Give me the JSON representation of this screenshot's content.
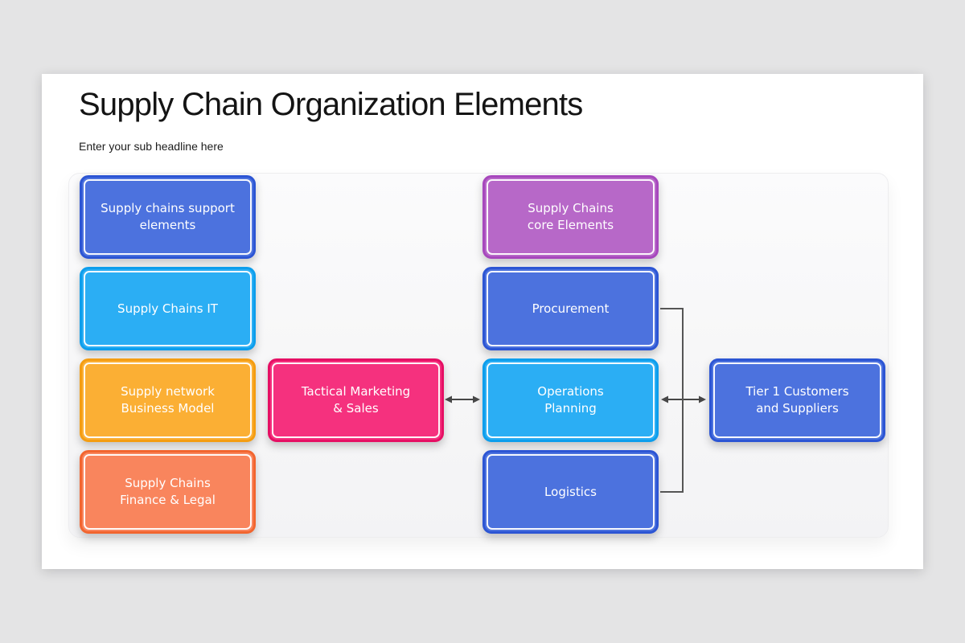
{
  "page": {
    "background": "#e4e4e5"
  },
  "slide": {
    "title": "Supply Chain Organization Elements",
    "subtitle": "Enter your sub headline here"
  },
  "palette": {
    "blue": {
      "fill": "#4C72DE",
      "border": "#2C55D4"
    },
    "cyan": {
      "fill": "#2BAEF4",
      "border": "#0D9EEC"
    },
    "amber": {
      "fill": "#FBAF34",
      "border": "#F49D12"
    },
    "salmon": {
      "fill": "#F9855D",
      "border": "#F2652F"
    },
    "pink": {
      "fill": "#F5317E",
      "border": "#E60F64"
    },
    "purple": {
      "fill": "#B768C8",
      "border": "#A747BD"
    }
  },
  "diagram": {
    "nodes": [
      {
        "id": "supply-chains-support-elements",
        "label": "Supply chains support\nelements",
        "color": "blue",
        "col": 1,
        "row": 1
      },
      {
        "id": "supply-chains-it",
        "label": "Supply Chains IT",
        "color": "cyan",
        "col": 1,
        "row": 2
      },
      {
        "id": "supply-network-business-model",
        "label": "Supply network\nBusiness Model",
        "color": "amber",
        "col": 1,
        "row": 3
      },
      {
        "id": "supply-chains-finance-legal",
        "label": "Supply Chains\nFinance & Legal",
        "color": "salmon",
        "col": 1,
        "row": 4
      },
      {
        "id": "tactical-marketing-sales",
        "label": "Tactical Marketing\n& Sales",
        "color": "pink",
        "col": 2,
        "row": 3
      },
      {
        "id": "supply-chains-core-elements",
        "label": "Supply Chains\ncore Elements",
        "color": "purple",
        "col": 3,
        "row": 1
      },
      {
        "id": "procurement",
        "label": "Procurement",
        "color": "blue",
        "col": 3,
        "row": 2
      },
      {
        "id": "operations-planning",
        "label": "Operations\nPlanning",
        "color": "cyan",
        "col": 3,
        "row": 3
      },
      {
        "id": "logistics",
        "label": "Logistics",
        "color": "blue",
        "col": 3,
        "row": 4
      },
      {
        "id": "tier-1-customers-suppliers",
        "label": "Tier 1 Customers\nand Suppliers",
        "color": "blue",
        "col": 4,
        "row": 3
      }
    ],
    "connectors": {
      "arrow_color": "#474747",
      "bracket_color": "#555555"
    }
  }
}
